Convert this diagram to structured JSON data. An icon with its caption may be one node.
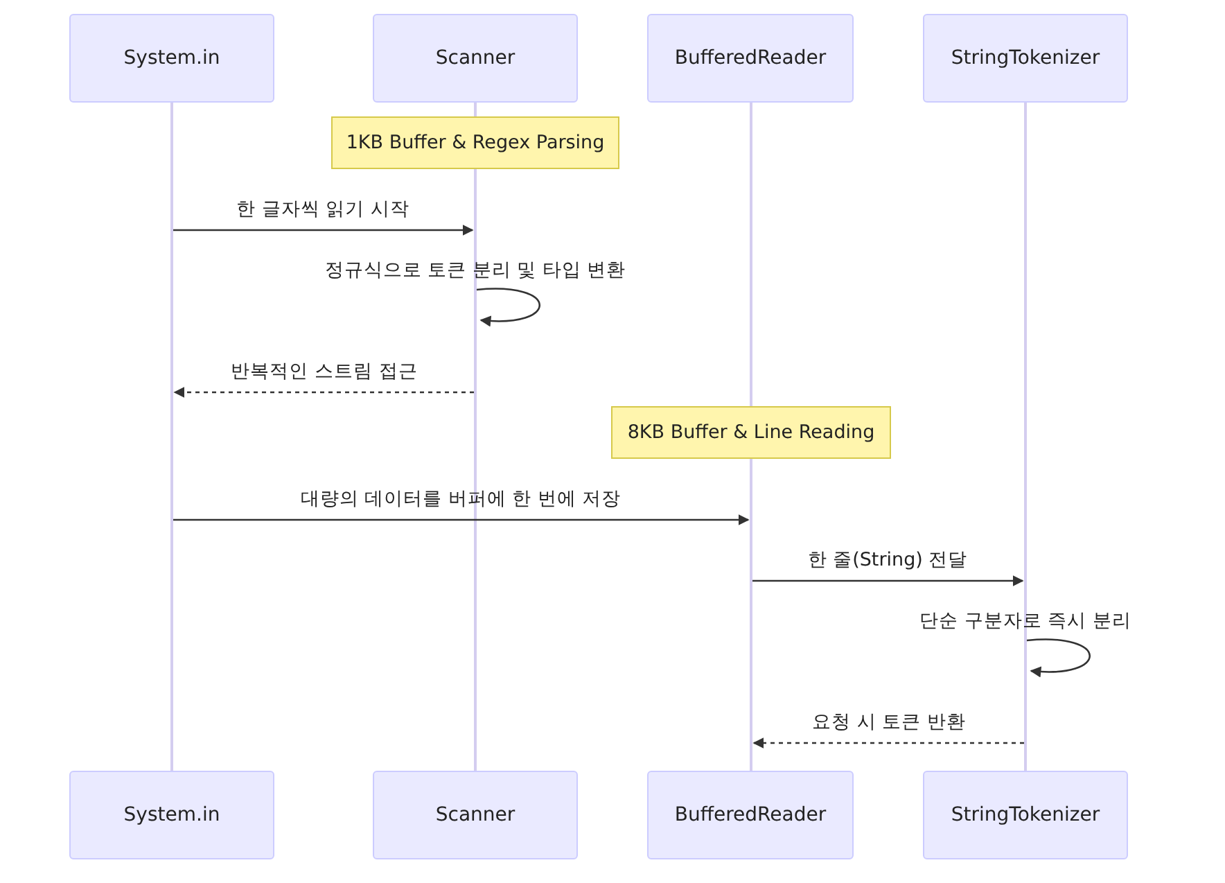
{
  "diagram": {
    "nodes": [
      {
        "text": [
          "System.in"
        ]
      },
      {
        "text": [
          "Scanner"
        ]
      },
      {
        "text": [
          "BufferedReader"
        ]
      },
      {
        "text": [
          "StringTokenizer"
        ]
      },
      {
        "text": [],
        "shape": "bar"
      },
      {
        "text": [],
        "shape": "bar"
      },
      {
        "text": [],
        "shape": "bar"
      },
      {
        "text": [],
        "shape": "bar"
      },
      {
        "text": [
          "System.in"
        ]
      },
      {
        "text": [
          "Scanner"
        ]
      },
      {
        "text": [
          "BufferedReader"
        ]
      },
      {
        "text": [
          "StringTokenizer"
        ]
      },
      {
        "text": [
          "1KB Buffer & Regex Parsing"
        ]
      },
      {
        "text": [
          "8KB Buffer & Line Reading"
        ]
      },
      {
        "text": [],
        "shape": "bar"
      },
      {
        "text": [],
        "shape": "bar"
      }
    ],
    "edges": [
      {
        "from": 4,
        "to": 5,
        "arrow": "to",
        "label": "한 글자씩 읽기 시작"
      },
      {
        "from": 5,
        "to": 5,
        "arrow": "to",
        "label": "정규식으로 토큰 분리 및 타입 변환"
      },
      {
        "from": 5,
        "to": 4,
        "arrow": "to",
        "label": "반복적인 스트림 접근",
        "style": "dashed"
      },
      {
        "from": 4,
        "to": 6,
        "arrow": "to",
        "label": "대량의 데이터를 버퍼에 한 번에 저장"
      },
      {
        "from": 6,
        "to": 7,
        "arrow": "to",
        "label": "한 줄(String) 전달"
      },
      {
        "from": 7,
        "to": 7,
        "arrow": "to",
        "label": "단순 구분자로 즉시 분리"
      },
      {
        "from": 7,
        "to": 6,
        "arrow": "to",
        "label": "요청 시 토큰 반환",
        "style": "dashed"
      }
    ]
  }
}
